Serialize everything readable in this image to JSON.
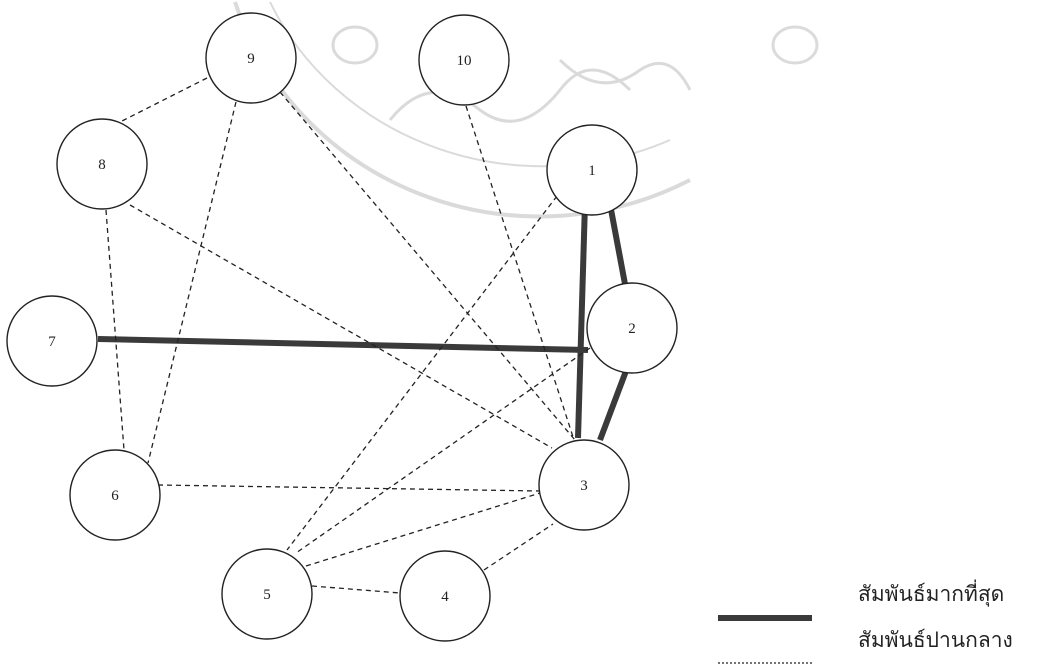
{
  "diagram": {
    "nodes": [
      {
        "id": "1",
        "label": "1"
      },
      {
        "id": "2",
        "label": "2"
      },
      {
        "id": "3",
        "label": "3"
      },
      {
        "id": "4",
        "label": "4"
      },
      {
        "id": "5",
        "label": "5"
      },
      {
        "id": "6",
        "label": "6"
      },
      {
        "id": "7",
        "label": "7"
      },
      {
        "id": "8",
        "label": "8"
      },
      {
        "id": "9",
        "label": "9"
      },
      {
        "id": "10",
        "label": "10"
      }
    ],
    "edges": [
      {
        "from": "1",
        "to": "3",
        "relation": "strongest"
      },
      {
        "from": "1",
        "to": "2",
        "relation": "strongest"
      },
      {
        "from": "2",
        "to": "3",
        "relation": "strongest"
      },
      {
        "from": "7",
        "to": "2",
        "relation": "strongest"
      },
      {
        "from": "9",
        "to": "8",
        "relation": "moderate"
      },
      {
        "from": "9",
        "to": "6",
        "relation": "moderate"
      },
      {
        "from": "9",
        "to": "3",
        "relation": "moderate"
      },
      {
        "from": "10",
        "to": "3",
        "relation": "moderate"
      },
      {
        "from": "8",
        "to": "6",
        "relation": "moderate"
      },
      {
        "from": "8",
        "to": "3",
        "relation": "moderate"
      },
      {
        "from": "1",
        "to": "5",
        "relation": "moderate"
      },
      {
        "from": "2",
        "to": "5",
        "relation": "moderate"
      },
      {
        "from": "6",
        "to": "3",
        "relation": "moderate"
      },
      {
        "from": "5",
        "to": "3",
        "relation": "moderate"
      },
      {
        "from": "5",
        "to": "4",
        "relation": "moderate"
      },
      {
        "from": "4",
        "to": "3",
        "relation": "moderate"
      }
    ],
    "legend": [
      {
        "relation": "strongest",
        "label": "สัมพันธ์มากที่สุด"
      },
      {
        "relation": "moderate",
        "label": "สัมพันธ์ปานกลาง"
      }
    ]
  },
  "colors": {
    "strong_line": "#3a3a3a",
    "dashed_line": "#222222",
    "node_stroke": "#222222",
    "watermark": "#bdbdbd"
  }
}
